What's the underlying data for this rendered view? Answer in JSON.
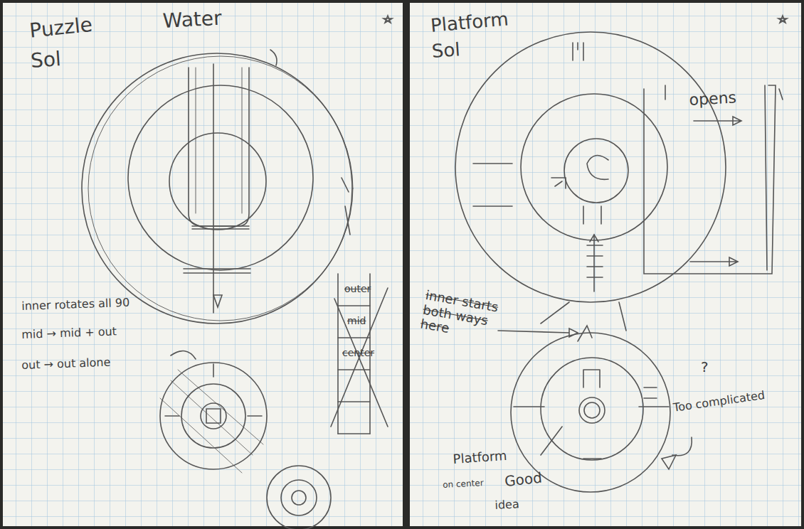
{
  "diagram": {
    "labels": [
      "Puzzle",
      "Water",
      "Sol",
      "inner rotates all 90",
      "mid → mid + out",
      "out → out alone",
      "outer",
      "mid",
      "center",
      "Platform",
      "Sol",
      "opens",
      "inner starts both ways here",
      "?",
      "Too complicated",
      "Platform",
      "on center",
      "Good",
      "idea"
    ]
  }
}
